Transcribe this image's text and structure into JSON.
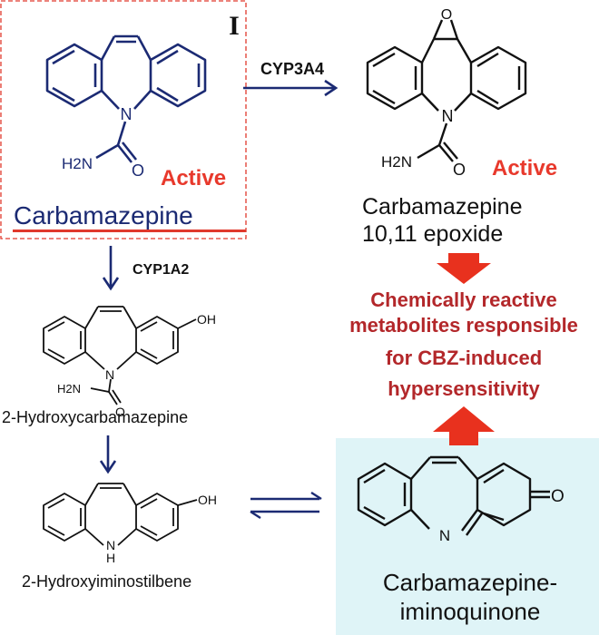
{
  "panel_label": "I",
  "molecules": {
    "carbamazepine": {
      "name": "Carbamazepine",
      "status": "Active",
      "nh2": "H2N",
      "n": "N",
      "o": "O"
    },
    "epoxide": {
      "name_line1": "Carbamazepine",
      "name_line2": "10,11 epoxide",
      "status": "Active",
      "nh2": "H2N",
      "n": "N",
      "o": "O"
    },
    "hydroxy": {
      "name": "2-Hydroxycarbamazepine",
      "nh2": "H2N",
      "n": "N",
      "o": "O",
      "oh": "OH"
    },
    "iminostilbene": {
      "name": "2-Hydroxyiminostilbene",
      "nh": "N",
      "h": "H",
      "oh": "OH"
    },
    "iminoquinone": {
      "name_line1": "Carbamazepine-",
      "name_line2": "iminoquinone",
      "n": "N",
      "o": "O"
    }
  },
  "enzymes": {
    "cyp3a4": "CYP3A4",
    "cyp1a2": "CYP1A2"
  },
  "reactive_note": [
    "Chemically reactive",
    "metabolites responsible",
    "for CBZ-induced",
    "hypersensitivity"
  ],
  "colors": {
    "active": "#e8392c",
    "navy": "#1b2a73",
    "note": "#b3272a",
    "box_dash": "#e0392d",
    "highlight": "#dff4f7",
    "arrow_red": "#e8311e"
  }
}
